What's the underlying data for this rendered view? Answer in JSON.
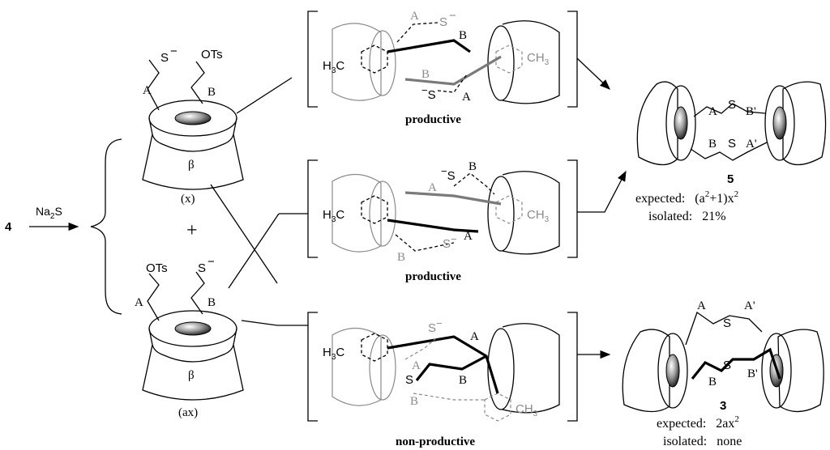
{
  "reactant": {
    "number": "4",
    "reagent": "Na",
    "reagent_sub": "2",
    "reagent_tail": "S"
  },
  "monomer_x": {
    "label": "(x)",
    "ring": "β",
    "group_left": "S",
    "charge": "−",
    "group_right": "OTs",
    "link_left": "A",
    "link_right": "B"
  },
  "plus": "+",
  "monomer_ax": {
    "label": "(ax)",
    "ring": "β",
    "group_left": "OTs",
    "group_right": "S",
    "charge": "−",
    "link_left": "A",
    "link_right": "B"
  },
  "transition_states": [
    {
      "caption": "productive"
    },
    {
      "caption": "productive"
    },
    {
      "caption": "non-productive"
    }
  ],
  "methyl": "H",
  "methyl_sub": "3",
  "methyl_c": "C",
  "methyl_right": "CH",
  "sulfur": "S",
  "link": {
    "A": "A",
    "B": "B",
    "A_prime": "A'",
    "B_prime": "B'"
  },
  "product_5": {
    "number": "5",
    "expected_label": "expected:",
    "expected_value": "(a",
    "expected_sup1": "2",
    "expected_mid": "+1)x",
    "expected_sup2": "2",
    "isolated_label": "isolated:",
    "isolated_value": "21%"
  },
  "product_3": {
    "number": "3",
    "expected_label": "expected:",
    "expected_value": "2ax",
    "expected_sup": "2",
    "isolated_label": "isolated:",
    "isolated_value": "none"
  }
}
